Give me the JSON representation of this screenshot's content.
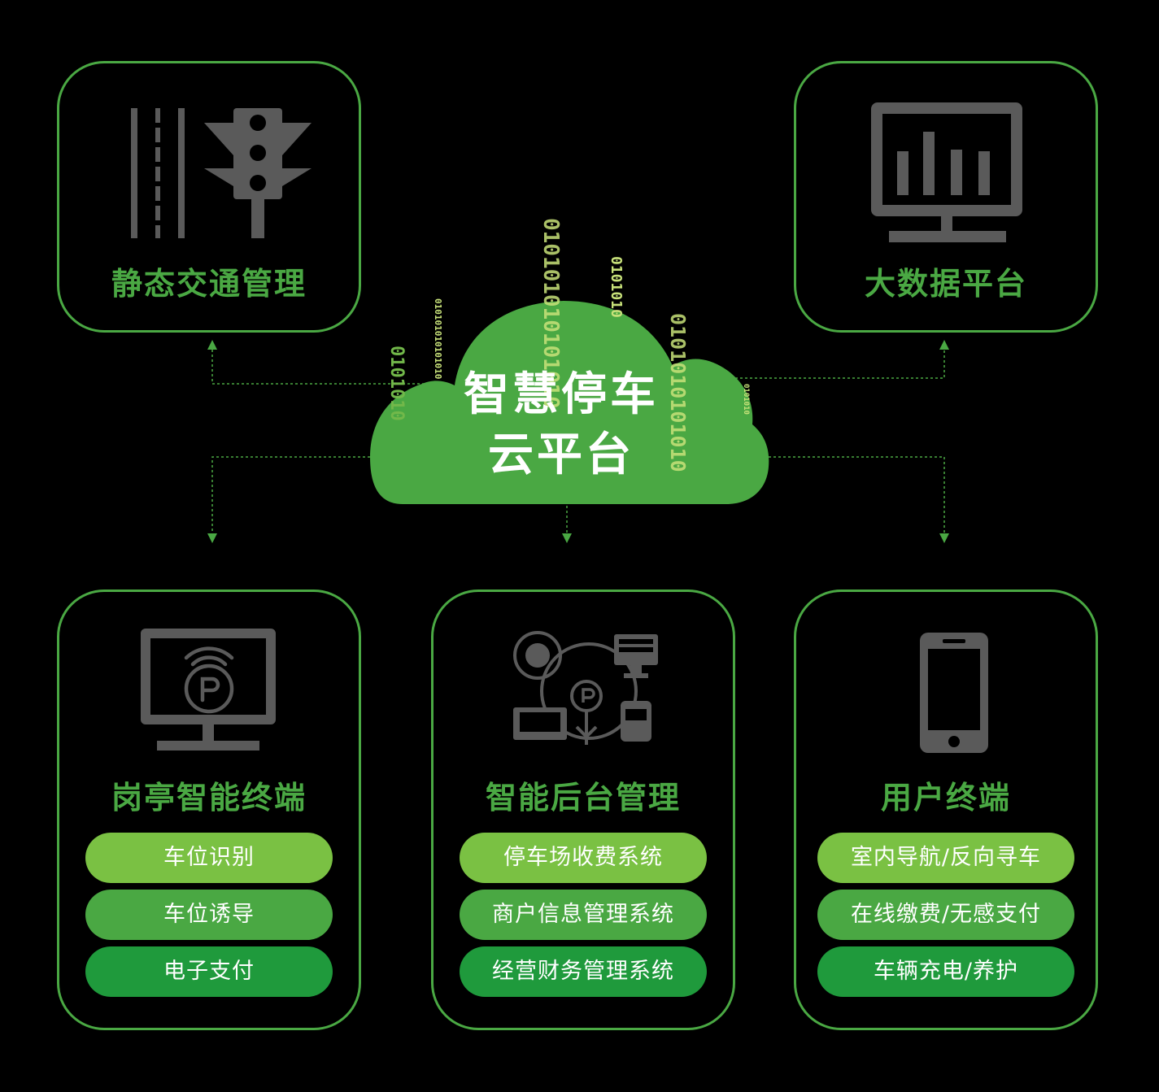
{
  "colors": {
    "background": "#000000",
    "accent": "#4aa843",
    "icon_gray": "#5a5a5a",
    "pill_light": "#7ac143",
    "pill_mid": "#4aa843",
    "pill_dark": "#1f9a3c",
    "bits_light": "#c8e27a",
    "bits_green": "#72b84a"
  },
  "center": {
    "title_line1": "智慧停车",
    "title_line2": "云平台",
    "binary_strings": [
      "0101010",
      "010101010101010",
      "0101010",
      "010101010101010",
      "0101010101010",
      "0101010"
    ]
  },
  "cards": {
    "traffic": {
      "title": "静态交通管理",
      "icon": "road-traffic-light-icon"
    },
    "bigdata": {
      "title": "大数据平台",
      "icon": "monitor-bar-chart-icon"
    },
    "booth": {
      "title": "岗亭智能终端",
      "icon": "monitor-parking-icon",
      "items": [
        "车位识别",
        "车位诱导",
        "电子支付"
      ]
    },
    "backend": {
      "title": "智能后台管理",
      "icon": "network-parking-icon",
      "items": [
        "停车场收费系统",
        "商户信息管理系统",
        "经营财务管理系统"
      ]
    },
    "user": {
      "title": "用户终端",
      "icon": "smartphone-icon",
      "items": [
        "室内导航/反向寻车",
        "在线缴费/无感支付",
        "车辆充电/养护"
      ]
    }
  }
}
